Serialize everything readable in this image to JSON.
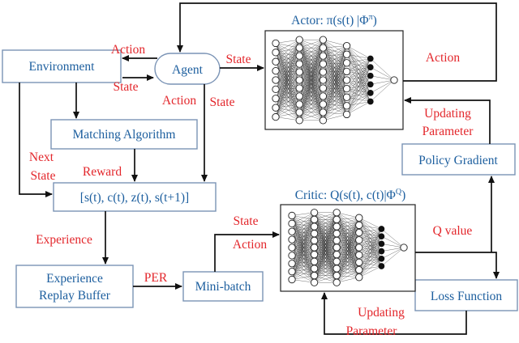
{
  "boxes": {
    "environment": "Environment",
    "agent": "Agent",
    "matching": "Matching Algorithm",
    "tuple": "[s(t), c(t), z(t), s(t+1)]",
    "replay_line1": "Experience",
    "replay_line2": "Replay Buffer",
    "minibatch": "Mini-batch",
    "policy_gradient": "Policy Gradient",
    "loss_function": "Loss Function"
  },
  "networks": {
    "actor_title_prefix": "Actor: π(s(t) |Φ",
    "actor_title_sup": "π",
    "actor_title_suffix": ")",
    "critic_title_prefix": "Critic: Q(s(t), c(t)|Φ",
    "critic_title_sup": "Q",
    "critic_title_suffix": ")"
  },
  "labels": {
    "action_env": "Action",
    "state_env": "State",
    "state_agent_actor": "State",
    "action_agent": "Action",
    "state_agent": "State",
    "action_actor": "Action",
    "updating_actor_1": "Updating",
    "updating_actor_2": "Parameter",
    "next_state_1": "Next",
    "next_state_2": "State",
    "reward": "Reward",
    "experience": "Experience",
    "per": "PER",
    "state_critic": "State",
    "action_critic": "Action",
    "q_value": "Q value",
    "updating_critic_1": "Updating",
    "updating_critic_2": "Parameter"
  }
}
